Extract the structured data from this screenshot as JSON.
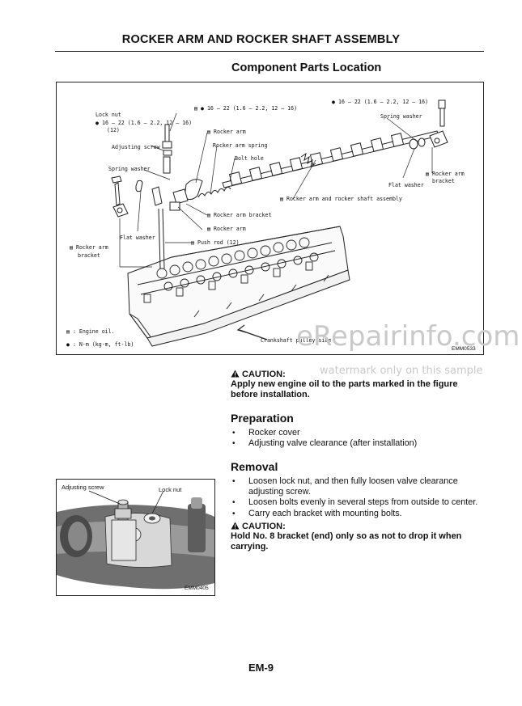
{
  "page": {
    "title": "ROCKER ARM AND ROCKER SHAFT ASSEMBLY",
    "footer": "EM-9"
  },
  "component_parts": {
    "heading": "Component Parts Location",
    "figure": {
      "code": "EMM0533",
      "labels": {
        "torque_top_center": "16 – 22 (1.6 – 2.2, 12 – 16)",
        "torque_top_right": "16 – 22 (1.6 – 2.2, 12 – 16)",
        "lock_nut": "Lock nut",
        "lock_nut_torque_1": "16 – 22 (1.6 – 2.2, 12 – 16)",
        "lock_nut_torque_2": "(12)",
        "adjusting_screw": "Adjusting screw",
        "spring_washer_left": "Spring washer",
        "rocker_arm_top": "Rocker arm",
        "rocker_arm_spring": "Rocker arm spring",
        "bolt_hole": "Bolt hole",
        "spring_washer_right": "Spring washer",
        "flat_washer_right": "Flat washer",
        "rocker_arm_bracket_right_1": "Rocker arm",
        "rocker_arm_bracket_right_2": "bracket",
        "shaft_assembly": "Rocker arm and rocker shaft assembly",
        "rocker_arm_bracket_center": "Rocker arm bracket",
        "rocker_arm_mid": "Rocker arm",
        "flat_washer_left": "Flat washer",
        "push_rod": "Push rod (12)",
        "rocker_arm_bracket_left_1": "Rocker arm",
        "rocker_arm_bracket_left_2": "bracket",
        "crankshaft_pulley_side": "Crankshaft pulley side",
        "legend_oil": ": Engine oil.",
        "legend_torque": ": N·m (kg-m, ft-lb)"
      }
    }
  },
  "caution_1": {
    "label": "CAUTION:",
    "text": "Apply new engine oil to the parts marked in the figure before installation."
  },
  "preparation": {
    "heading": "Preparation",
    "items": [
      "Rocker cover",
      "Adjusting valve clearance (after installation)"
    ]
  },
  "removal": {
    "heading": "Removal",
    "items": [
      "Loosen lock nut, and then fully loosen valve clearance adjusting screw.",
      "Loosen bolts evenly in several steps from outside to center.",
      "Carry each bracket with mounting bolts."
    ],
    "figure": {
      "code": "EMM0405",
      "label_adjusting_screw": "Adjusting screw",
      "label_lock_nut": "Lock nut"
    }
  },
  "caution_2": {
    "label": "CAUTION:",
    "text": "Hold No. 8 bracket (end) only so as not to drop it when carrying."
  },
  "watermark": {
    "brand": "eRepairinfo.com",
    "note": "watermark only on this sample"
  }
}
